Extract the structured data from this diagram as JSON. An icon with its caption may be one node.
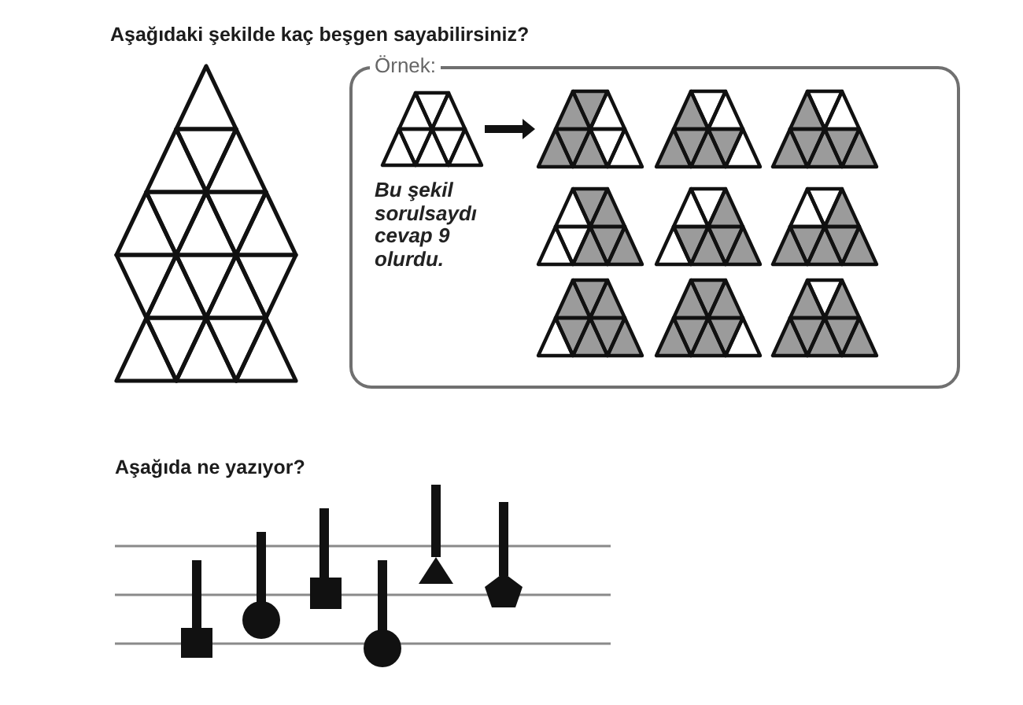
{
  "diagram": {
    "nodes": [
      {
        "text": [
          "Örnek:",
          "Bu şekil sorulsaydı cevap 9 olurdu."
        ]
      },
      {
        "text": [],
        "shape": "picture",
        "in": 0
      },
      {
        "text": [],
        "shape": "picture",
        "in": 0
      }
    ],
    "edges": [
      {
        "from": 1,
        "to": 2,
        "arrow": "to"
      }
    ],
    "labels": [
      "Aşağıdaki şekilde kaç beşgen sayabilirsiniz?",
      "Aşağıda ne yazıyor?"
    ]
  }
}
